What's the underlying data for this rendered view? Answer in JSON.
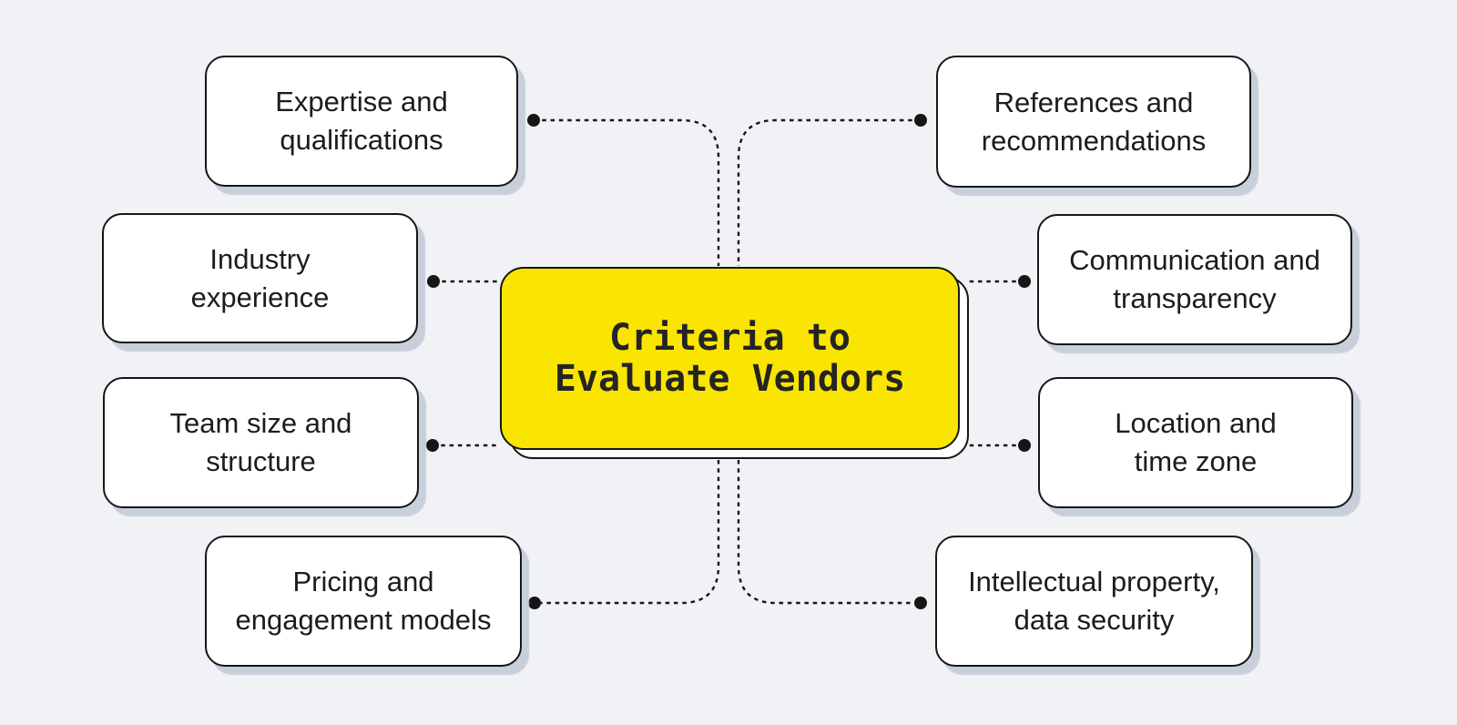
{
  "diagram": {
    "title": {
      "label": "Criteria to Evaluate Vendors",
      "line1": "Criteria to",
      "line2": "Evaluate Vendors"
    },
    "nodes": [
      {
        "id": "expertise-and-qualifications",
        "label": "Expertise and qualifications",
        "line1": "Expertise and",
        "line2": "qualifications",
        "side": "left"
      },
      {
        "id": "industry-experience",
        "label": "Industry experience",
        "line1": "Industry",
        "line2": "experience",
        "side": "left"
      },
      {
        "id": "team-size-and-structure",
        "label": "Team size and structure",
        "line1": "Team size and",
        "line2": "structure",
        "side": "left"
      },
      {
        "id": "pricing-and-engagement-models",
        "label": "Pricing and engagement models",
        "line1": "Pricing and",
        "line2": "engagement models",
        "side": "left"
      },
      {
        "id": "references-and-recommendations",
        "label": "References and recommendations",
        "line1": "References and",
        "line2": "recommendations",
        "side": "right"
      },
      {
        "id": "communication-and-transparency",
        "label": "Communication and transparency",
        "line1": "Communication and",
        "line2": "transparency",
        "side": "right"
      },
      {
        "id": "location-and-time-zone",
        "label": "Location and time zone",
        "line1": "Location and",
        "line2": "time zone",
        "side": "right"
      },
      {
        "id": "intellectual-property-data-security",
        "label": "Intellectual property, data security",
        "line1": "Intellectual property,",
        "line2": "data security",
        "side": "right"
      }
    ],
    "colors": {
      "background": "#f1f2f5",
      "node_fill": "#ffffff",
      "node_border": "#161616",
      "center_fill": "#fae501",
      "shadow": "#c7cfda",
      "connector": "#161616",
      "text": "#1c1c1e"
    }
  }
}
